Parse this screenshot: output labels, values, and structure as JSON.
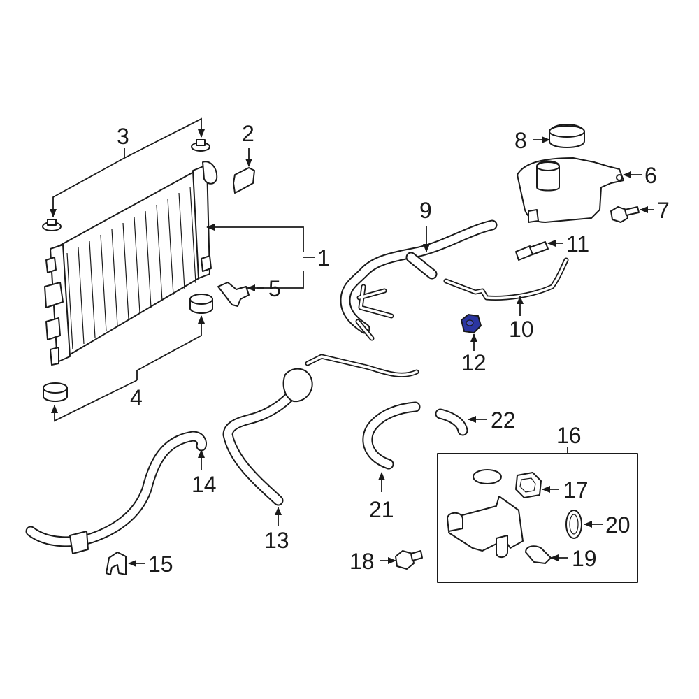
{
  "diagram": {
    "accent_color": "#2b35a0",
    "callouts": [
      {
        "id": "1",
        "label": "1"
      },
      {
        "id": "2",
        "label": "2"
      },
      {
        "id": "3",
        "label": "3"
      },
      {
        "id": "4",
        "label": "4"
      },
      {
        "id": "5",
        "label": "5"
      },
      {
        "id": "6",
        "label": "6"
      },
      {
        "id": "7",
        "label": "7"
      },
      {
        "id": "8",
        "label": "8"
      },
      {
        "id": "9",
        "label": "9"
      },
      {
        "id": "10",
        "label": "10"
      },
      {
        "id": "11",
        "label": "11"
      },
      {
        "id": "12",
        "label": "12"
      },
      {
        "id": "13",
        "label": "13"
      },
      {
        "id": "14",
        "label": "14"
      },
      {
        "id": "15",
        "label": "15"
      },
      {
        "id": "16",
        "label": "16"
      },
      {
        "id": "17",
        "label": "17"
      },
      {
        "id": "18",
        "label": "18"
      },
      {
        "id": "19",
        "label": "19"
      },
      {
        "id": "20",
        "label": "20"
      },
      {
        "id": "21",
        "label": "21"
      },
      {
        "id": "22",
        "label": "22"
      }
    ]
  }
}
